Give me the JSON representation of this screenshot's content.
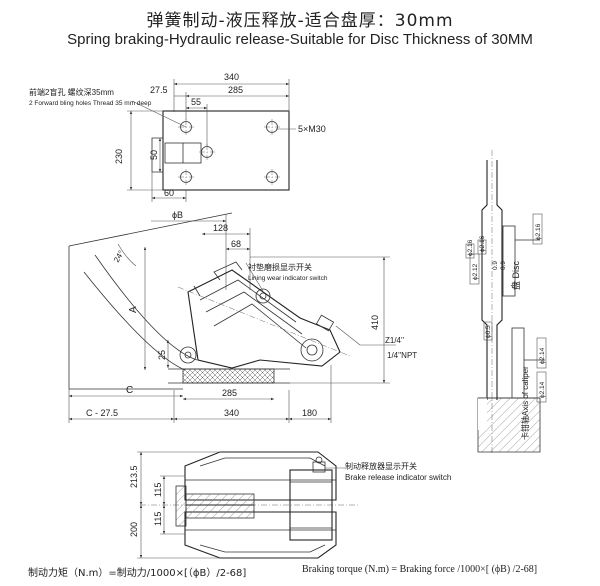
{
  "title": {
    "cn": "弹簧制动-液压释放-适合盘厚：30mm",
    "en": "Spring braking-Hydraulic release-Suitable for Disc Thickness of 30MM"
  },
  "top_view": {
    "note_cn": "前端2盲孔 螺纹深35mm",
    "note_en": "2 Forward bling holes Thread 35 mm deep",
    "dim_340": "340",
    "dim_285": "285",
    "dim_27_5": "27.5",
    "dim_55": "55",
    "dim_230": "230",
    "dim_50": "50",
    "dim_60": "60",
    "thread": "5×M30"
  },
  "side_view": {
    "dim_phiB": "ϕB",
    "dim_128": "128",
    "dim_68": "68",
    "angle_24": "24°",
    "label_A": "A",
    "dim_25": "25",
    "label_C": "C",
    "dim_285": "285",
    "dim_C_minus": "C  -  27.5",
    "dim_340": "340",
    "dim_180": "180",
    "dim_410": "410",
    "port_1": "Z1/4''",
    "port_2": "1/4''NPT",
    "lining_cn": "衬垫磨损显示开关",
    "lining_en": "Lining wear indicator switch"
  },
  "disc_view": {
    "disc_label": "盘 Disc",
    "axis_label": "卡钳轴Axis of caliper",
    "dims": [
      "ϕ2.16",
      "ϕ2.12",
      "ϕ2.16",
      "ϕ2.16",
      "0.9",
      "0.9",
      "ϕ0.5",
      "ϕ2.14",
      "ϕ2.14"
    ]
  },
  "bottom_view": {
    "dim_213_5": "213.5",
    "dim_115_a": "115",
    "dim_115_b": "115",
    "dim_200": "200",
    "release_cn": "制动释放器显示开关",
    "release_en": "Brake release indicator switch"
  },
  "formula": {
    "cn": "制动力矩（N.m）=制动力/1000×[（ϕB）/2-68]",
    "en": "Braking torque (N.m) = Braking force /1000×[ (ϕB) /2-68]"
  }
}
